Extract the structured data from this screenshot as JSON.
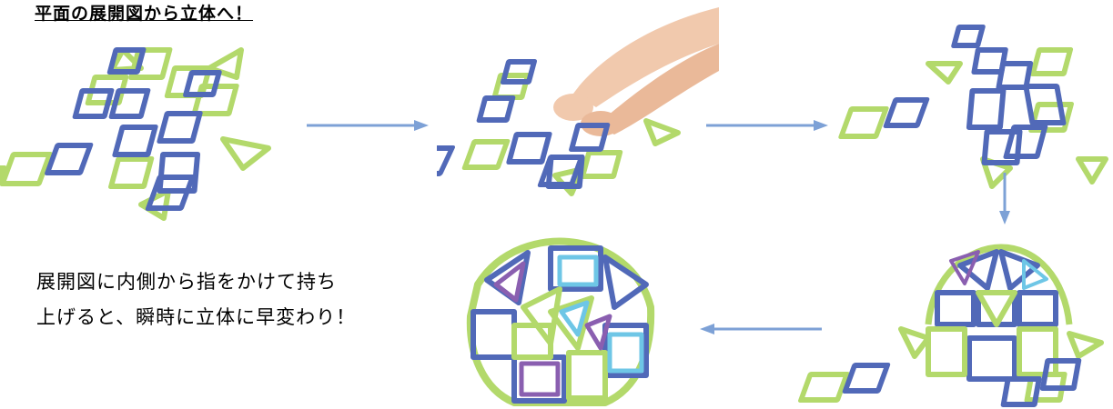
{
  "title": "平面の展開図から立体へ！",
  "description": {
    "line1": "展開図に内側から指をかけて持ち",
    "line2": "上げると、瞬時に立体に早変わり！"
  },
  "colors": {
    "green": "#b3d96b",
    "blue": "#5169b8",
    "cyan": "#6ec6e6",
    "purple": "#8a5fb0",
    "arrow": "#7da1d6",
    "skin": "#f1c9ad"
  },
  "steps": [
    {
      "id": "flat-net",
      "icon": "flat-net-illustration"
    },
    {
      "id": "hands-lifting",
      "icon": "hands-lifting-illustration"
    },
    {
      "id": "partly-raised",
      "icon": "partly-raised-illustration"
    },
    {
      "id": "half-dome",
      "icon": "half-dome-illustration"
    },
    {
      "id": "completed-solid",
      "icon": "completed-solid-illustration"
    }
  ]
}
